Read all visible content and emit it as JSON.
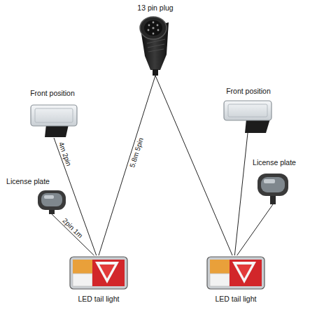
{
  "diagram": {
    "nodes": [
      {
        "text": [
          "13 pin plug"
        ]
      },
      {
        "text": [
          "Front position"
        ]
      },
      {
        "text": [
          "Front position"
        ]
      },
      {
        "text": [
          "License plate"
        ]
      },
      {
        "text": [
          "License plate"
        ]
      },
      {
        "text": [
          "LED tail light"
        ]
      },
      {
        "text": [
          "LED tail light"
        ]
      }
    ],
    "edges": [
      {
        "from": 0,
        "to": 5,
        "label": "5.8m 5pin",
        "arrow": "none"
      },
      {
        "from": 0,
        "to": 6,
        "arrow": "none"
      },
      {
        "from": 1,
        "to": 5,
        "label": "4m 2pin",
        "arrow": "none"
      },
      {
        "from": 3,
        "to": 5,
        "label": "2pin 1m",
        "arrow": "none"
      },
      {
        "from": 2,
        "to": 6,
        "arrow": "none"
      },
      {
        "from": 4,
        "to": 6,
        "arrow": "none"
      }
    ]
  }
}
